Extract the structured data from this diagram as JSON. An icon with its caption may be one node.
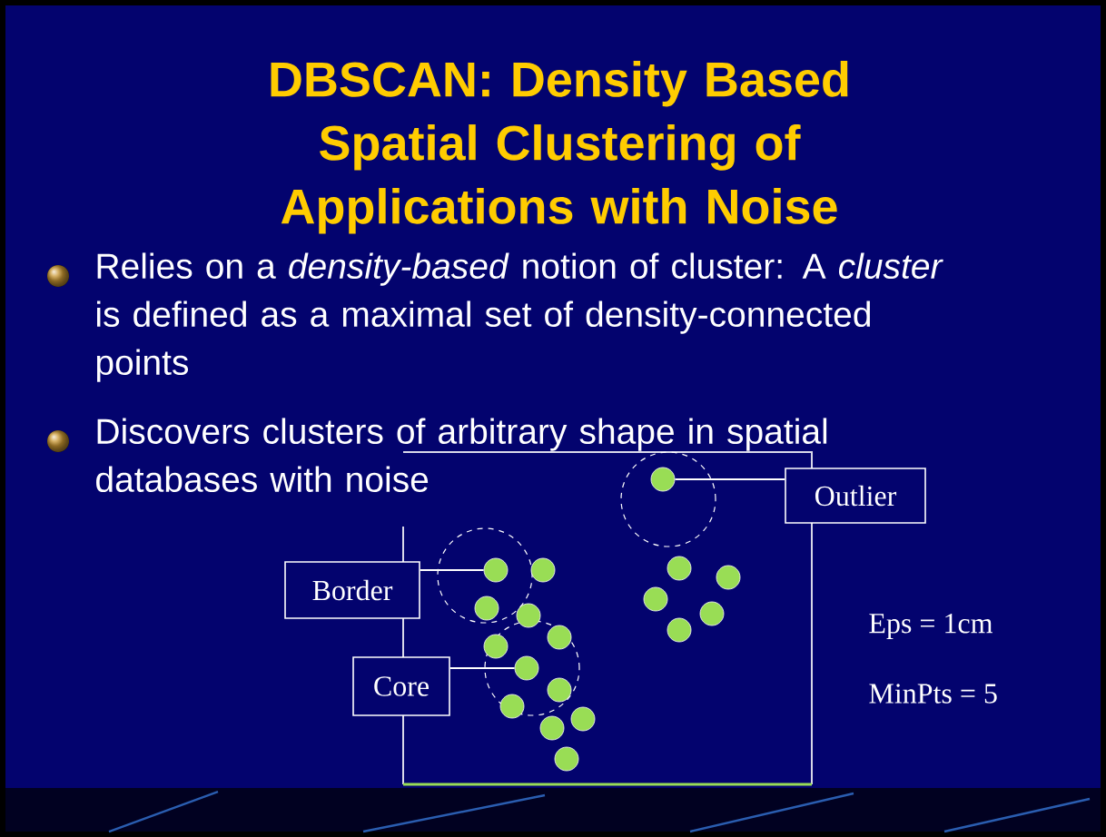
{
  "diagram": {
    "title": "DBSCAN: Density Based Spatial Clustering of Applications with Noise",
    "nodes": [
      {
        "text": [
          "Border"
        ]
      },
      {
        "text": [
          "Core"
        ]
      },
      {
        "text": [
          "Outlier"
        ]
      },
      {
        "text": [],
        "shape": "circle"
      },
      {
        "text": [],
        "shape": "circle"
      },
      {
        "text": [],
        "shape": "circle"
      },
      {
        "text": [],
        "shape": "circle"
      },
      {
        "text": [],
        "shape": "circle"
      },
      {
        "text": [],
        "shape": "circle"
      },
      {
        "text": [],
        "shape": "circle"
      },
      {
        "text": [],
        "shape": "circle"
      },
      {
        "text": [],
        "shape": "circle"
      },
      {
        "text": [],
        "shape": "circle"
      },
      {
        "text": [],
        "shape": "circle"
      },
      {
        "text": [],
        "shape": "circle"
      },
      {
        "text": [],
        "shape": "circle"
      },
      {
        "text": [],
        "shape": "circle"
      },
      {
        "text": [],
        "shape": "circle"
      },
      {
        "text": [],
        "shape": "circle"
      },
      {
        "text": [],
        "shape": "circle"
      },
      {
        "text": [],
        "shape": "circle"
      }
    ],
    "edges": [
      {
        "from": 0,
        "to": 5,
        "arrow": "none"
      },
      {
        "from": 1,
        "to": 15,
        "arrow": "none"
      },
      {
        "from": 2,
        "to": 3,
        "arrow": "none"
      }
    ],
    "labels": [
      "Relies on a *density-based* notion of cluster:  A *cluster* is defined as a maximal set of density-connected points",
      "Discovers clusters of arbitrary shape in spatial databases with noise",
      "Eps = 1cm",
      "MinPts = 5"
    ]
  }
}
